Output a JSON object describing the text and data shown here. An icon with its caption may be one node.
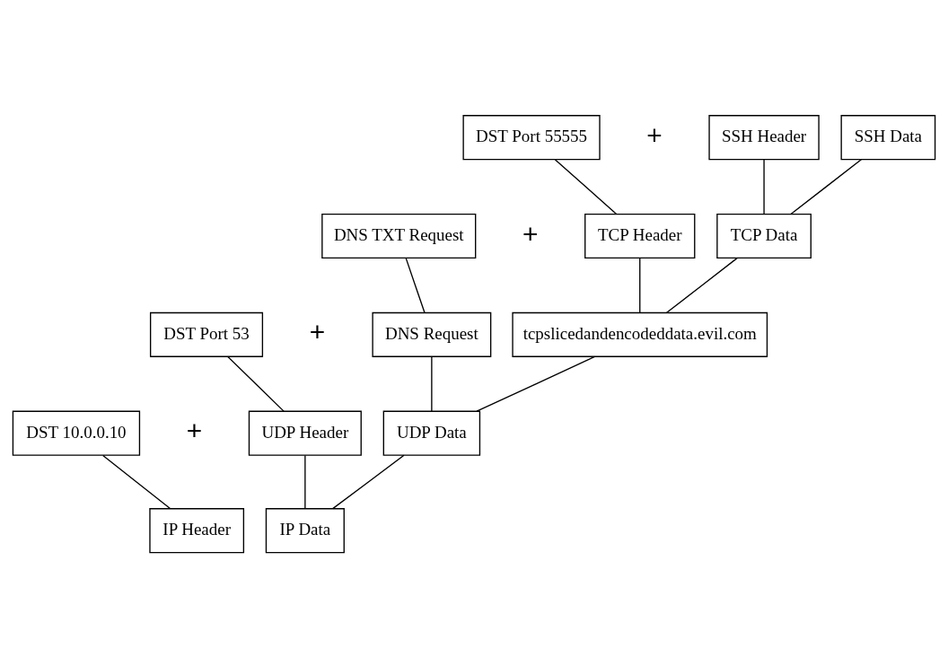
{
  "diagram": {
    "nodes": [
      {
        "text": [
          "DST Port 55555"
        ]
      },
      {
        "text": [
          "SSH Header"
        ]
      },
      {
        "text": [
          "SSH Data"
        ]
      },
      {
        "text": [
          "DNS TXT Request"
        ]
      },
      {
        "text": [
          "TCP Header"
        ]
      },
      {
        "text": [
          "TCP Data"
        ]
      },
      {
        "text": [
          "DST Port 53"
        ]
      },
      {
        "text": [
          "DNS Request"
        ]
      },
      {
        "text": [
          "tcpslicedandencodeddata.evil.com"
        ]
      },
      {
        "text": [
          "DST 10.0.0.10"
        ]
      },
      {
        "text": [
          "UDP Header"
        ]
      },
      {
        "text": [
          "UDP Data"
        ]
      },
      {
        "text": [
          "IP Header"
        ]
      },
      {
        "text": [
          "IP Data"
        ]
      }
    ],
    "edges": [
      {
        "from": 0,
        "to": 4,
        "arrow": "none"
      },
      {
        "from": 1,
        "to": 5,
        "arrow": "none"
      },
      {
        "from": 2,
        "to": 5,
        "arrow": "none"
      },
      {
        "from": 3,
        "to": 7,
        "arrow": "none"
      },
      {
        "from": 4,
        "to": 8,
        "arrow": "none"
      },
      {
        "from": 5,
        "to": 8,
        "arrow": "none"
      },
      {
        "from": 6,
        "to": 10,
        "arrow": "none"
      },
      {
        "from": 7,
        "to": 11,
        "arrow": "none"
      },
      {
        "from": 8,
        "to": 11,
        "arrow": "none"
      },
      {
        "from": 9,
        "to": 12,
        "arrow": "none"
      },
      {
        "from": 10,
        "to": 13,
        "arrow": "none"
      },
      {
        "from": 11,
        "to": 13,
        "arrow": "none"
      }
    ],
    "labels": [
      "+",
      "+",
      "+",
      "+"
    ]
  }
}
